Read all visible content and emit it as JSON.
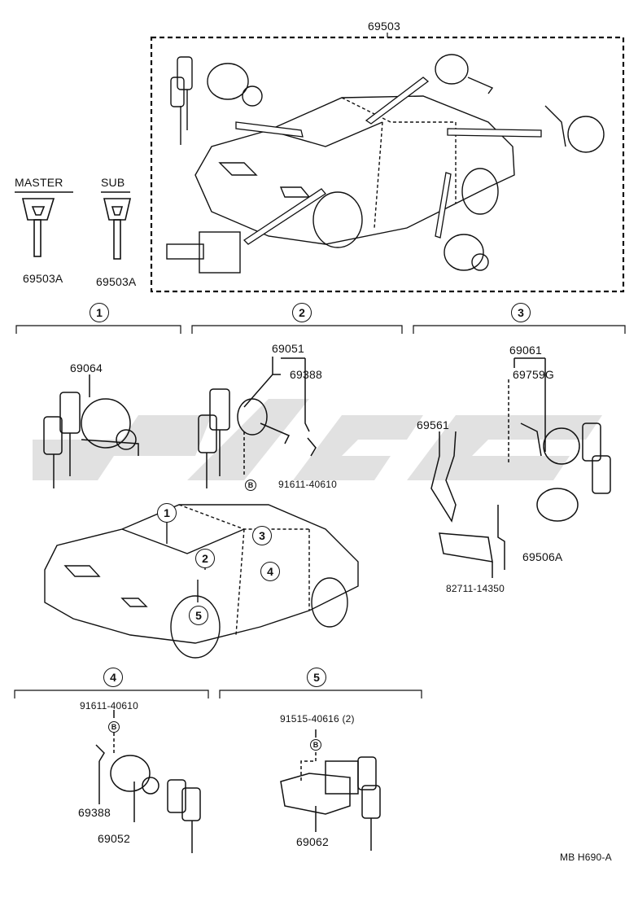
{
  "parts": {
    "kit_top": "69503",
    "master_label": "MASTER",
    "sub_label": "SUB",
    "master_key": "69503A",
    "sub_key": "69503A",
    "p1_cyl": "69064",
    "p2_cyl": "69051",
    "p2_clip": "69388",
    "p2_bolt": "91611-40610",
    "p3_cyl": "69061",
    "p3_pin": "69759G",
    "p3_lever": "69561",
    "p3_rod": "82711-14350",
    "p3_housing": "69506A",
    "p4_bolt": "91611-40610",
    "p4_clip": "69388",
    "p4_cyl": "69052",
    "p5_bolt": "91515-40616 (2)",
    "p5_cyl": "69062"
  },
  "callouts": {
    "n1": "1",
    "n2": "2",
    "n3": "3",
    "n4": "4",
    "n5": "5",
    "b": "B"
  },
  "footer": {
    "code": "MB  H690-A"
  }
}
